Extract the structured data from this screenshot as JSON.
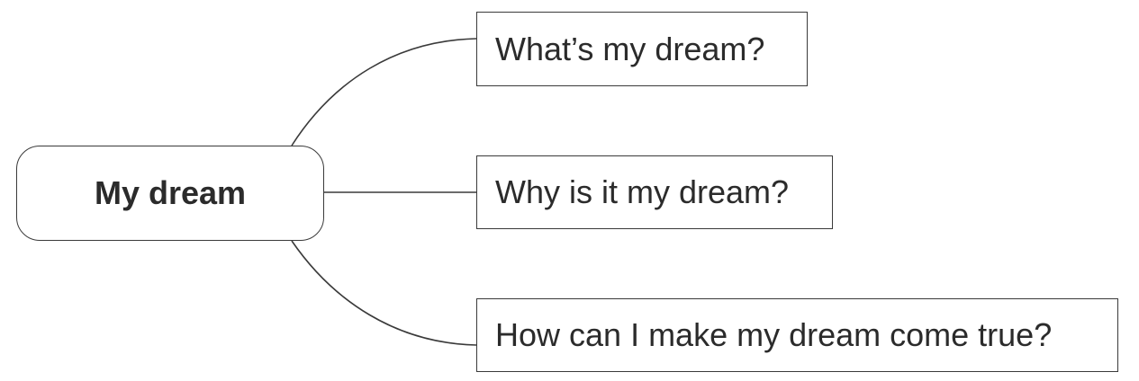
{
  "diagram": {
    "center": {
      "label": "My dream"
    },
    "branches": [
      {
        "label": "What’s my dream?"
      },
      {
        "label": "Why is it my dream?"
      },
      {
        "label": "How can I make my dream come true?"
      }
    ]
  },
  "colors": {
    "line": "#3a3a3a",
    "text": "#2b2b2b",
    "background": "#ffffff"
  }
}
